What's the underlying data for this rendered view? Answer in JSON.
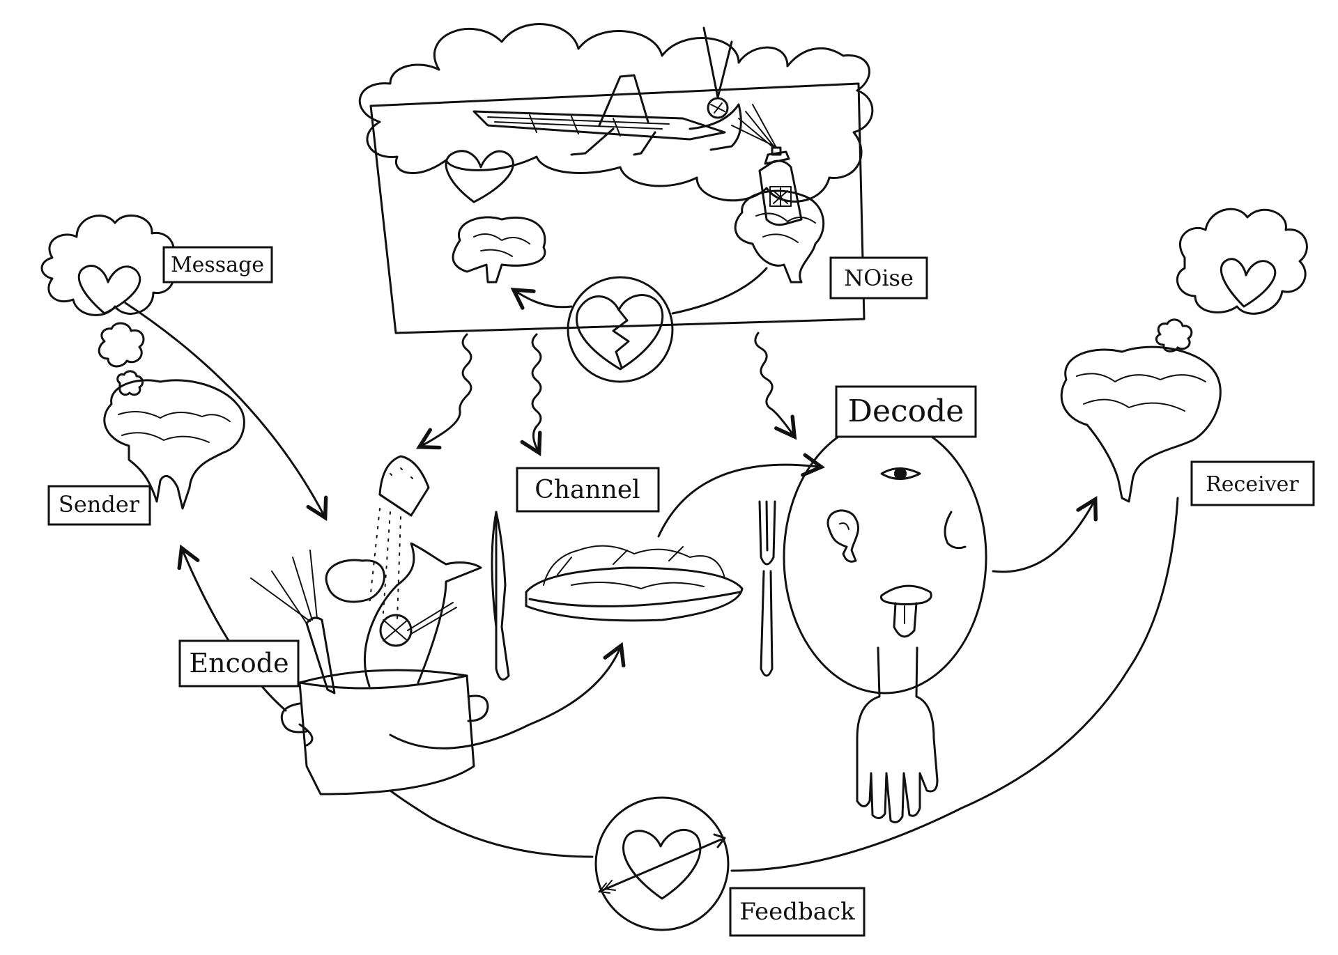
{
  "diagram": {
    "labels": {
      "message": "Message",
      "sender": "Sender",
      "encode": "Encode",
      "channel": "Channel",
      "noise": "NOise",
      "decode": "Decode",
      "receiver": "Receiver",
      "feedback": "Feedback"
    },
    "icons": [
      "heart-icon",
      "brain-icon",
      "thought-cloud-icon",
      "cooking-pot-icon",
      "salt-shaker-icon",
      "fish-icon",
      "carrot-icon",
      "potato-icon",
      "plate-of-food-icon",
      "knife-icon",
      "fork-icon",
      "face-icon",
      "eye-icon",
      "ear-icon",
      "nose-icon",
      "tongue-icon",
      "hand-icon",
      "grasshopper-icon",
      "bug-spray-icon",
      "broken-heart-icon",
      "heart-with-arrow-icon",
      "squiggly-arrow-icon"
    ],
    "colors": {
      "ink": "#111111",
      "paper": "#ffffff"
    }
  }
}
